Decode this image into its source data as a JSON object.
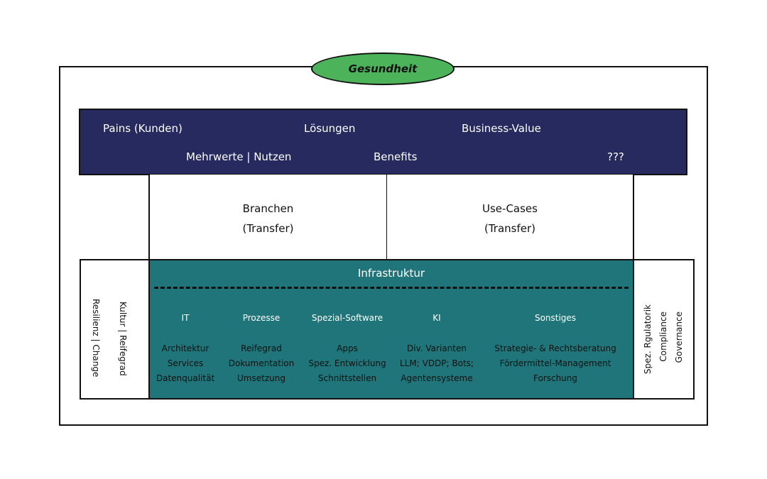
{
  "title": "Gesundheit",
  "colors": {
    "navy": "#262a5e",
    "teal": "#1f7579",
    "green": "#4cb35a"
  },
  "top_band": {
    "row1": [
      "Pains (Kunden)",
      "Lösungen",
      "Business-Value"
    ],
    "row2": [
      "Mehrwerte | Nutzen",
      "Benefits",
      "???"
    ]
  },
  "middle": [
    {
      "line1": "Branchen",
      "line2": "(Transfer)"
    },
    {
      "line1": "Use-Cases",
      "line2": "(Transfer)"
    }
  ],
  "left_side": [
    "Kultur | Reifegrad",
    "Resilienz | Change"
  ],
  "right_side": [
    "Spez. Rgulatorik",
    "Compliance",
    "Governance"
  ],
  "infrastructure": {
    "title": "Infrastruktur",
    "columns": [
      {
        "head": "IT",
        "items": [
          "Architektur",
          "Services",
          "Datenqualität"
        ]
      },
      {
        "head": "Prozesse",
        "items": [
          "Reifegrad",
          "Dokumentation",
          "Umsetzung"
        ]
      },
      {
        "head": "Spezial-Software",
        "items": [
          "Apps",
          "Spez. Entwicklung",
          "Schnittstellen"
        ]
      },
      {
        "head": "KI",
        "items": [
          "Div. Varianten",
          "LLM; VDDP; Bots;",
          "Agentensysteme"
        ]
      },
      {
        "head": "Sonstiges",
        "items": [
          "Strategie- & Rechtsberatung",
          "Fördermittel-Management",
          "Forschung"
        ]
      }
    ]
  }
}
